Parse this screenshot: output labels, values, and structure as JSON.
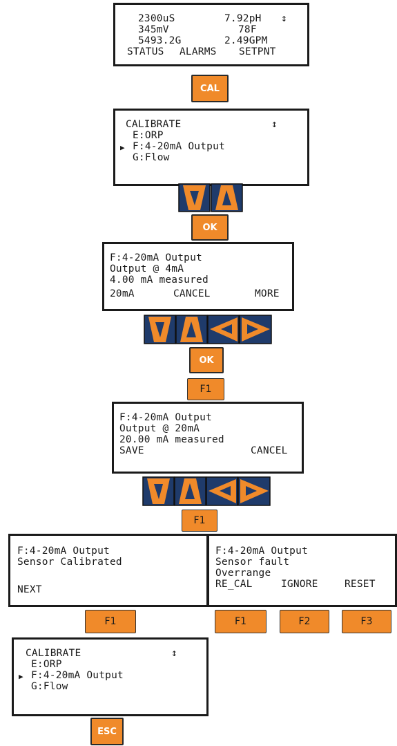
{
  "main_display": {
    "r1": [
      "2300uS",
      "7.92pH",
      "↕"
    ],
    "r2": [
      "345mV",
      "78F"
    ],
    "r3": [
      "5493.2G",
      "2.49GPM"
    ],
    "r4": [
      "STATUS",
      "ALARMS",
      "SETPNT"
    ]
  },
  "calibrate_menu": {
    "title": "CALIBRATE",
    "scroll": "↕",
    "pointer": "▶",
    "items": [
      "E:ORP",
      "F:4-20mA Output",
      "G:Flow"
    ]
  },
  "output_4ma": {
    "l1": "F:4-20mA Output",
    "l2": "Output @ 4mA",
    "l3": "4.00 mA measured",
    "soft": [
      "20mA",
      "CANCEL",
      "MORE"
    ]
  },
  "output_20ma": {
    "l1": "F:4-20mA Output",
    "l2": "Output @ 20mA",
    "l3": "20.00 mA measured",
    "soft": [
      "SAVE",
      "CANCEL"
    ]
  },
  "calibrated": {
    "l1": "F:4-20mA Output",
    "l2": "Sensor Calibrated",
    "soft": [
      "NEXT"
    ]
  },
  "fault": {
    "l1": "F:4-20mA Output",
    "l2": "Sensor fault",
    "l3": "Overrange",
    "soft": [
      "RE_CAL",
      "IGNORE",
      "RESET"
    ]
  },
  "keys": {
    "cal": "CAL",
    "ok": "OK",
    "esc": "ESC",
    "f1": "F1",
    "f2": "F2",
    "f3": "F3",
    "arrow_icons": [
      "down-arrow-key",
      "up-arrow-key",
      "left-arrow-key",
      "right-arrow-key"
    ]
  },
  "colors": {
    "key_fill": "#f08a2a",
    "key_dark": "#1f3b6b",
    "border": "#1a1a1a"
  }
}
